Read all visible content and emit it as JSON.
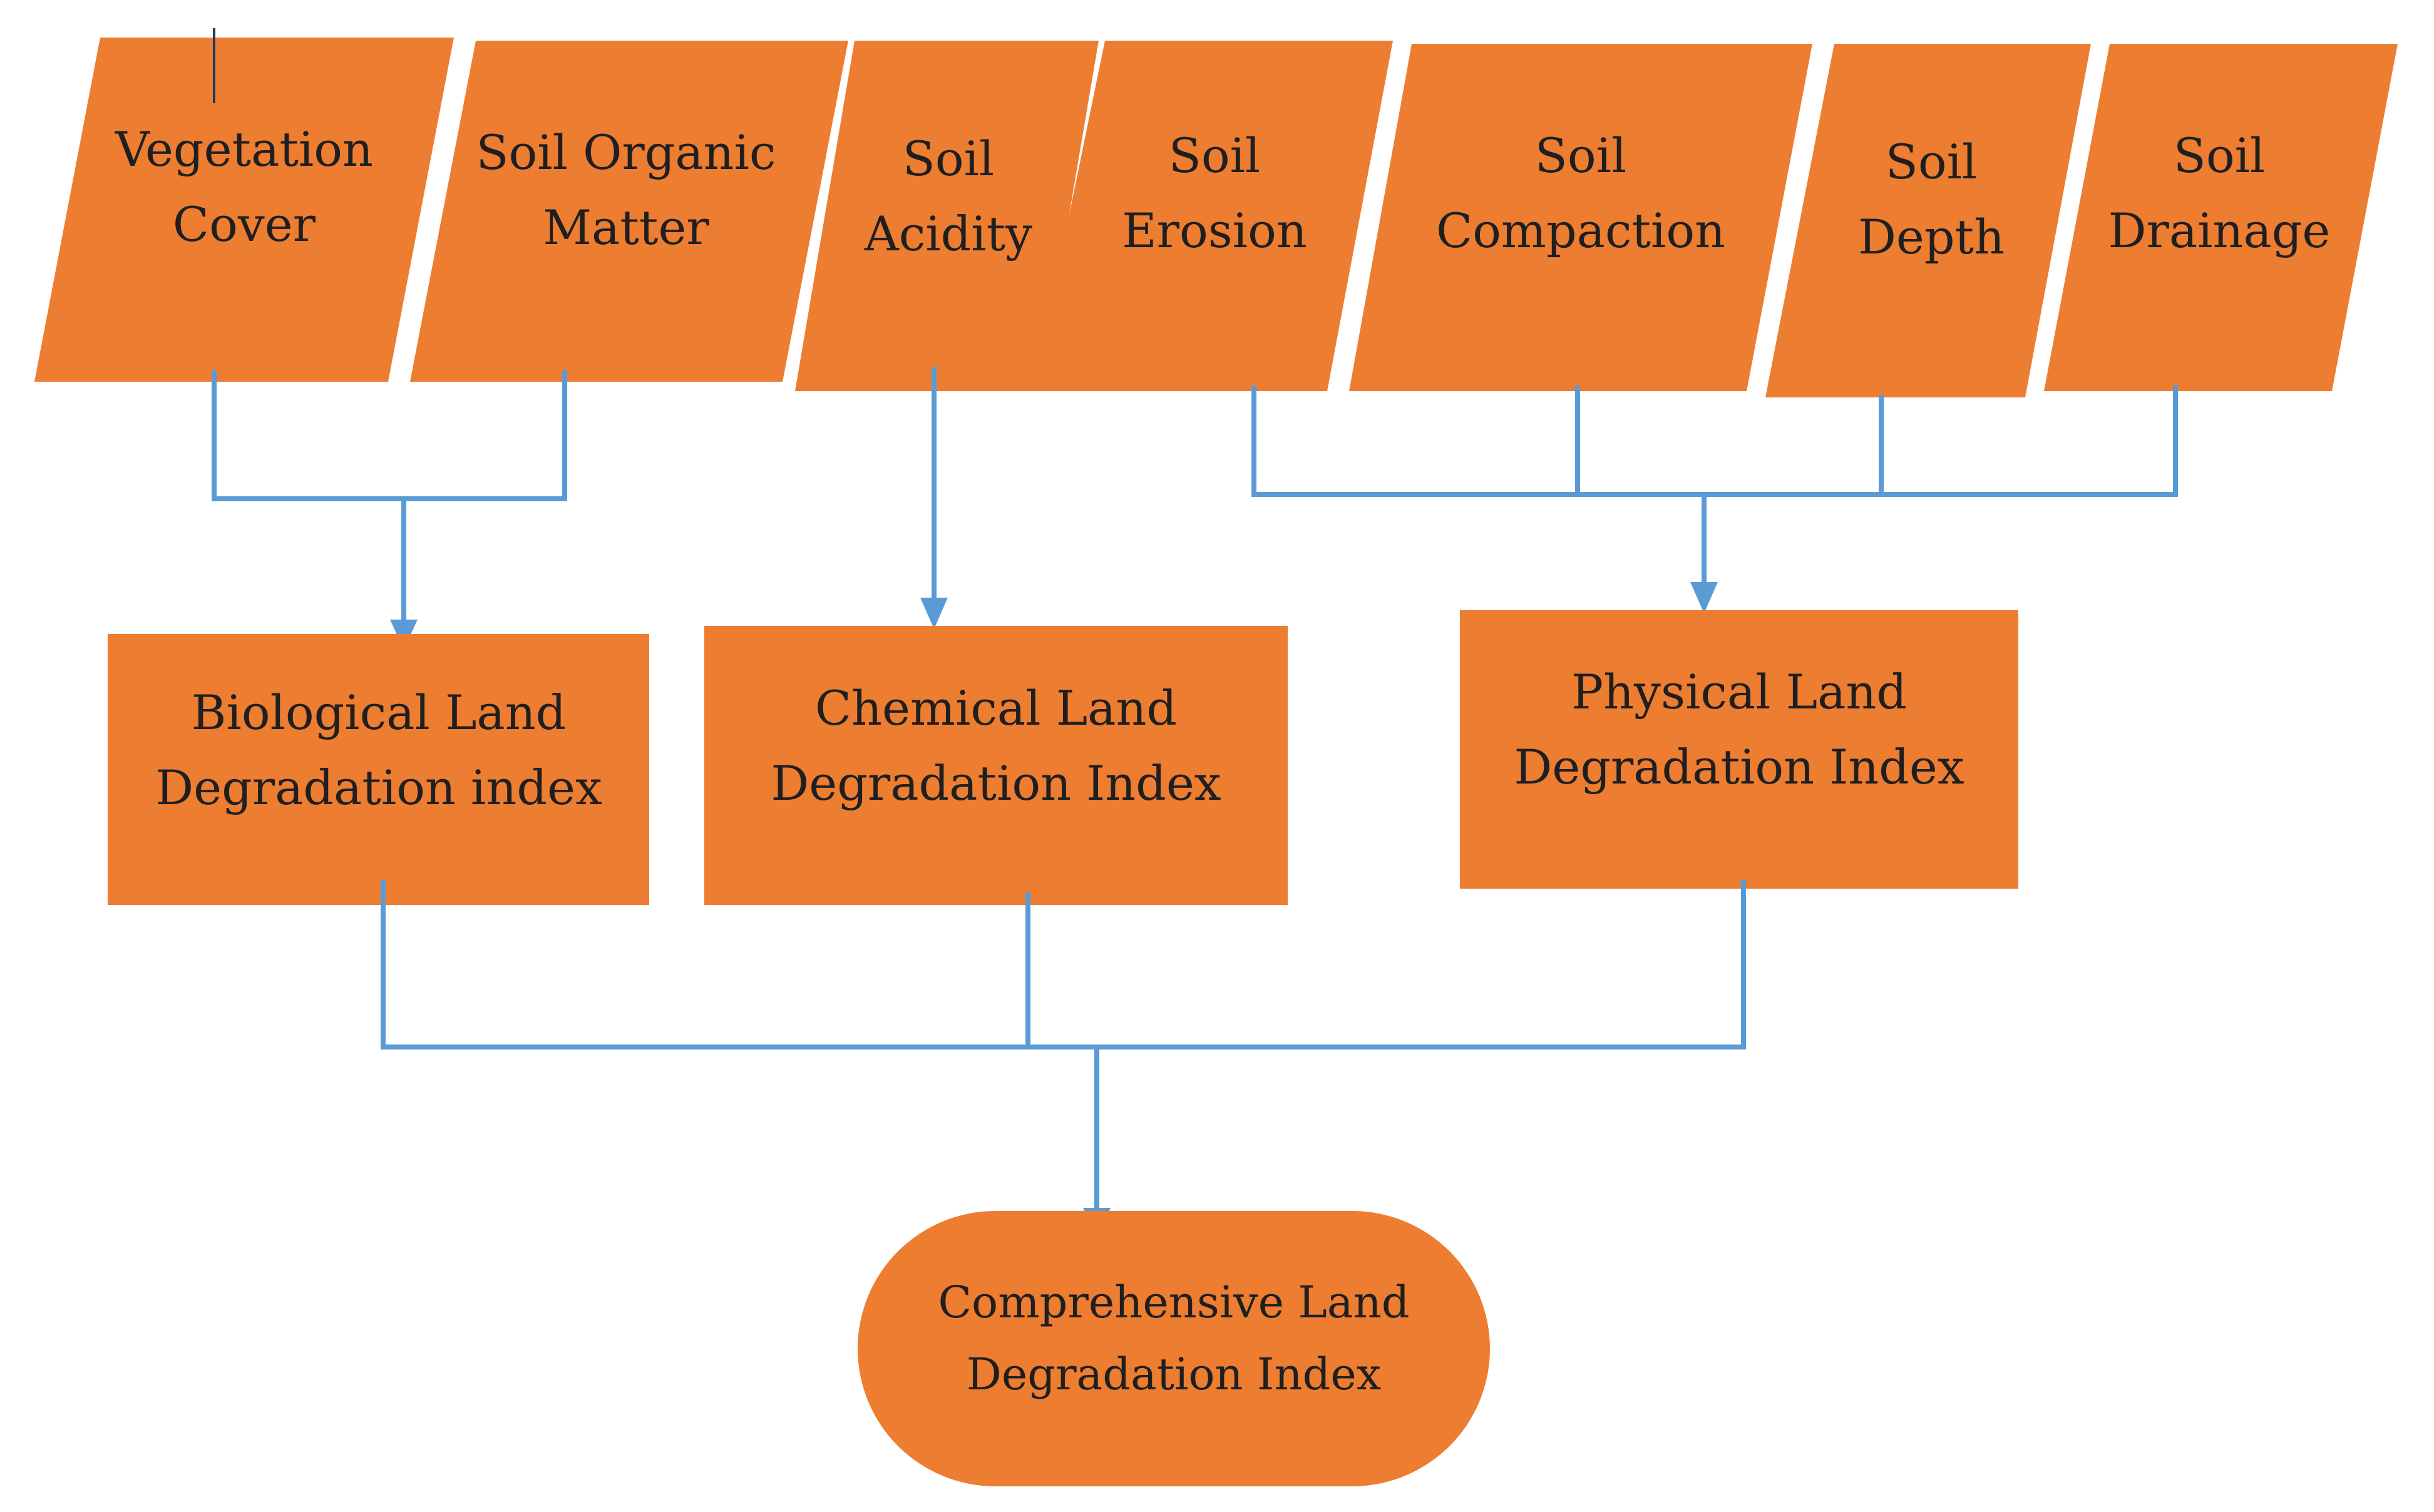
{
  "indicators": [
    {
      "id": "vegetation-cover",
      "line1": "Vegetation",
      "line2": "Cover"
    },
    {
      "id": "soil-organic-matter",
      "line1": "Soil Organic",
      "line2": "Matter"
    },
    {
      "id": "soil-acidity",
      "line1": "Soil",
      "line2": "Acidity"
    },
    {
      "id": "soil-erosion",
      "line1": "Soil",
      "line2": "Erosion"
    },
    {
      "id": "soil-compaction",
      "line1": "Soil",
      "line2": "Compaction"
    },
    {
      "id": "soil-depth",
      "line1": "Soil",
      "line2": "Depth"
    },
    {
      "id": "soil-drainage",
      "line1": "Soil",
      "line2": "Drainage"
    }
  ],
  "indices": [
    {
      "id": "biological",
      "line1": "Biological Land",
      "line2": "Degradation index"
    },
    {
      "id": "chemical",
      "line1": "Chemical Land",
      "line2": "Degradation Index"
    },
    {
      "id": "physical",
      "line1": "Physical Land",
      "line2": "Degradation Index"
    }
  ],
  "result": {
    "line1": "Comprehensive Land",
    "line2": "Degradation Index"
  },
  "colors": {
    "shape_fill": "#ED7D31",
    "connector": "#5B9BD5",
    "text": "#1f1f1f"
  }
}
